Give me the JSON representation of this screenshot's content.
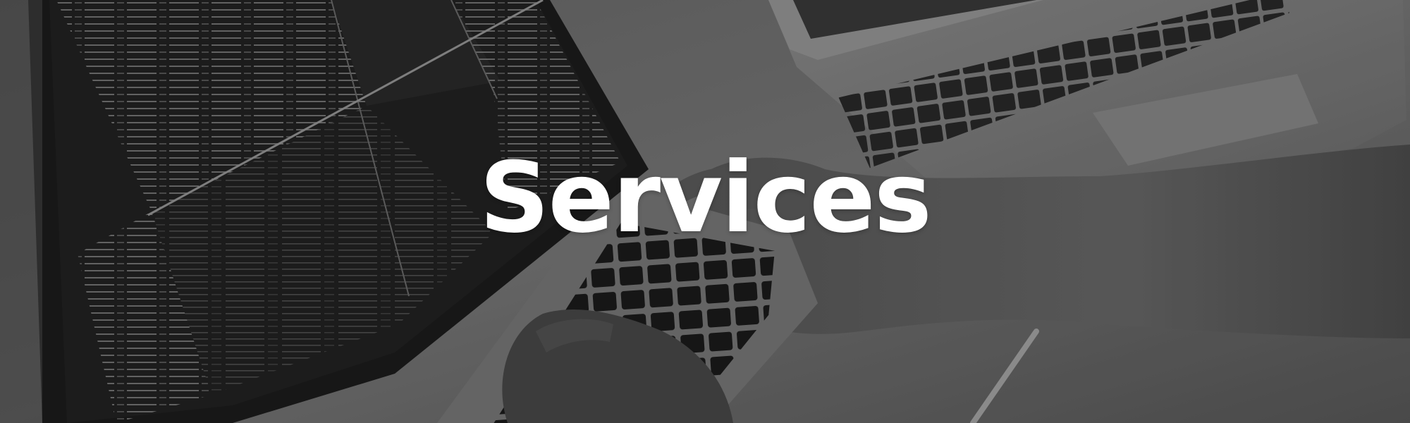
{
  "hero": {
    "title": "Services"
  },
  "colors": {
    "title_text": "#ffffff",
    "photo_tone": "grayscale"
  },
  "icons": {
    "background_image": "laptop-coding-photo"
  }
}
